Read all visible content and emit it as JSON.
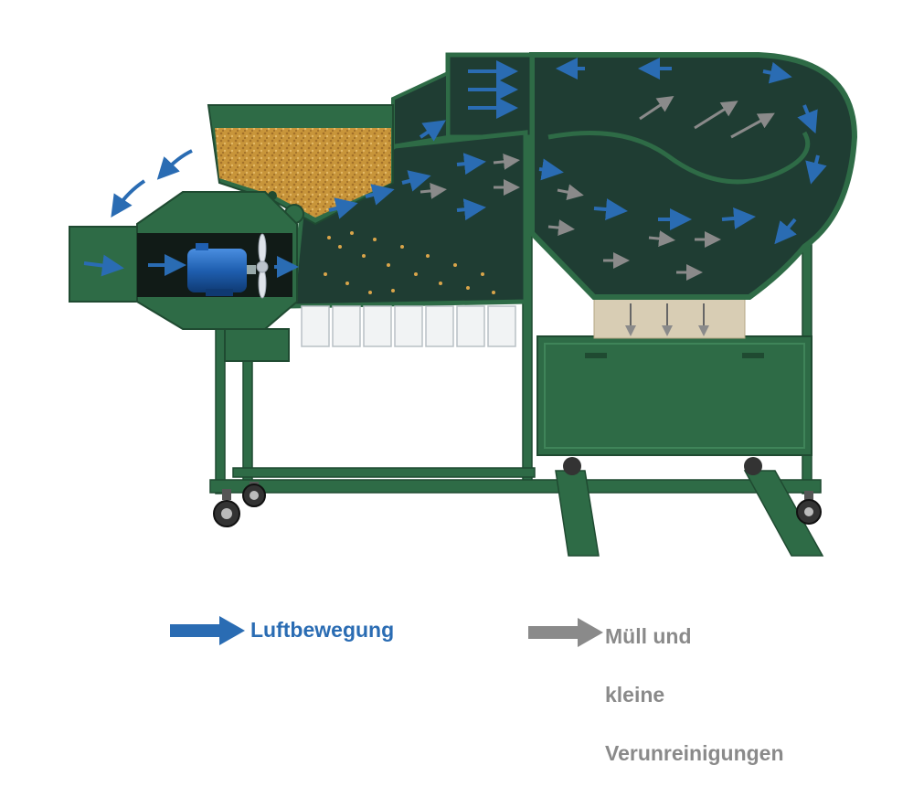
{
  "legend": {
    "air_label": "Luftbewegung",
    "debris_label_line1": "Müll und",
    "debris_label_line2": "kleine",
    "debris_label_line3": "Verunreinigungen"
  },
  "colors": {
    "frame_green": "#2e6b46",
    "frame_dark": "#1f4a31",
    "chamber_dark": "#1f3d33",
    "air_blue": "#2a6cb3",
    "debris_gray": "#8a8a8a",
    "grain": "#c8953a",
    "motor_blue": "#1f5fb0",
    "sediment": "#d8cdb4"
  },
  "icons": {
    "air_arrow": "blue-arrow-icon",
    "debris_arrow": "gray-arrow-icon",
    "motor": "electric-motor-icon",
    "fan": "fan-icon",
    "wheel": "caster-wheel-icon"
  }
}
